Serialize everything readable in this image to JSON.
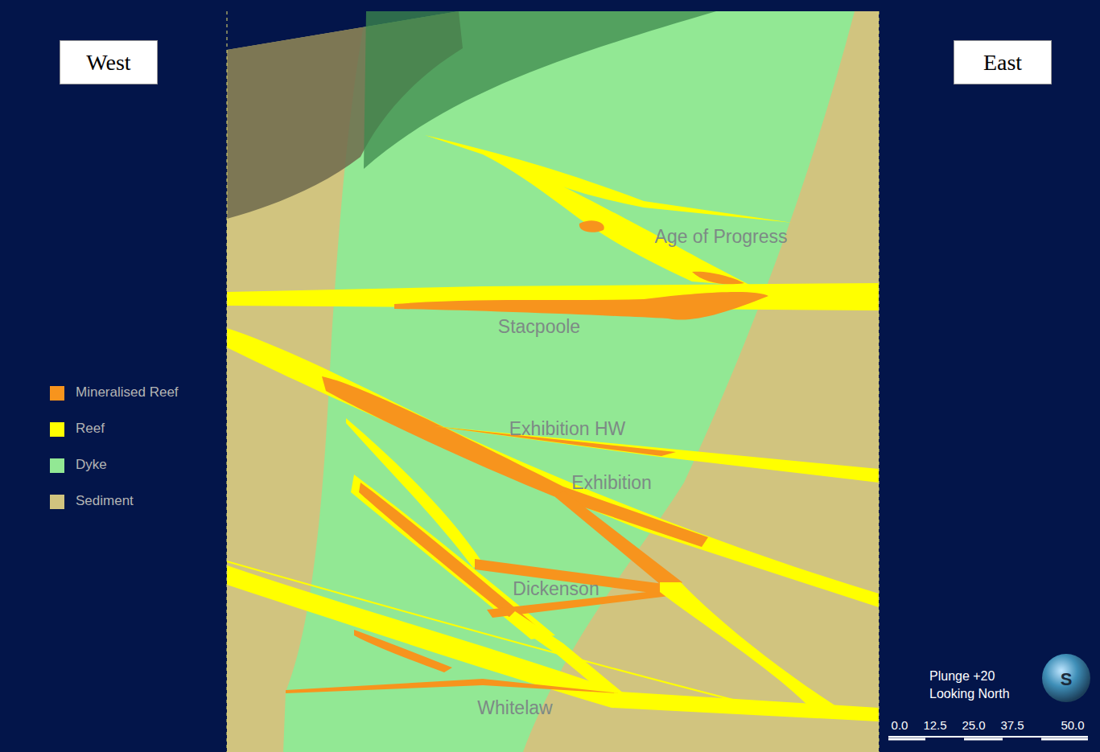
{
  "diagram": {
    "nodes": [
      {
        "text": [
          "West"
        ]
      },
      {
        "text": [
          "East"
        ]
      }
    ],
    "labels": [
      "Age of Progress",
      "Stacpoole",
      "Exhibition HW",
      "Exhibition",
      "Dickenson",
      "Whitelaw",
      "Plunge +20",
      "Looking North",
      "S",
      "0.0",
      "12.5",
      "25.0",
      "37.5",
      "50.0"
    ],
    "legend": [
      {
        "text": "Mineralised Reef",
        "color": "#f7941d"
      },
      {
        "text": "Reef",
        "color": "#ffff00"
      },
      {
        "text": "Dyke",
        "color": "#92e894"
      },
      {
        "text": "Sediment",
        "color": "#d1c47f"
      }
    ]
  }
}
